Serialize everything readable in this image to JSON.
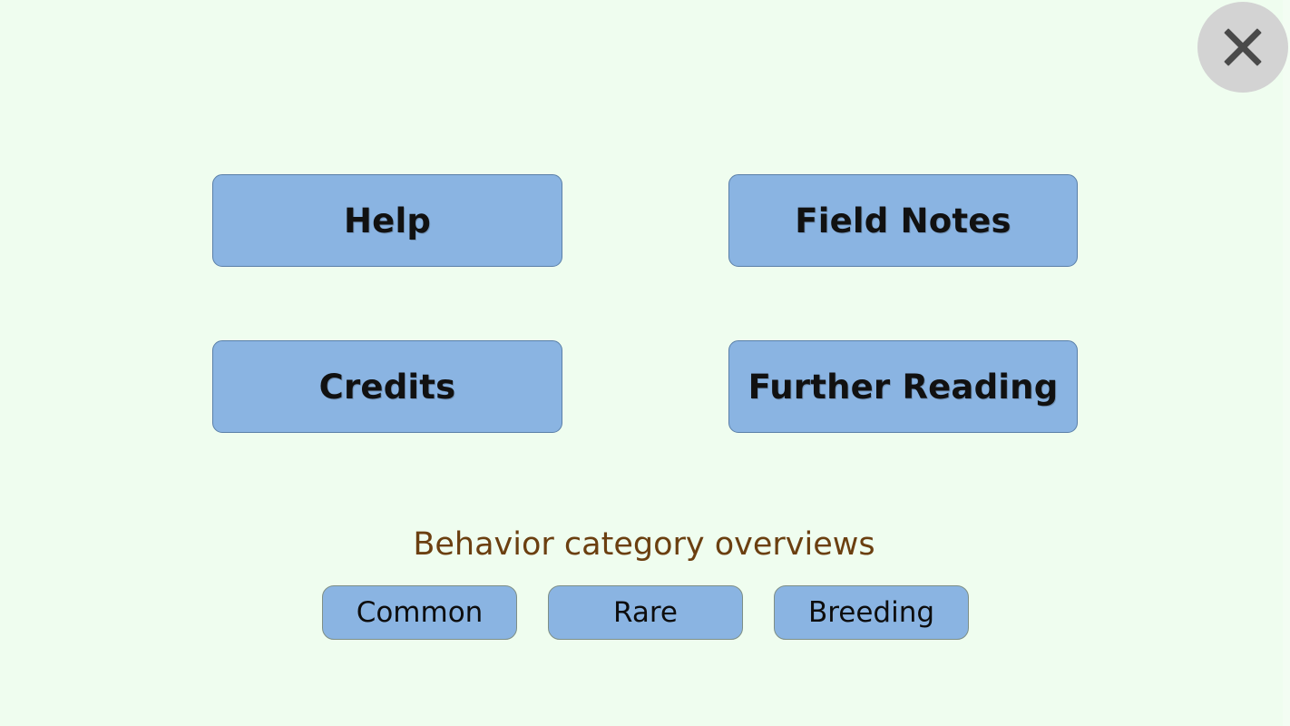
{
  "screen": {
    "name": "behavior-guide-info-menu",
    "background_color": "#effdef"
  },
  "close_button": {
    "icon": "close-x-icon",
    "label": "✕",
    "circle_color": "#d3d3d3",
    "glyph_color": "#4a4a4a"
  },
  "main_buttons": [
    {
      "id": "help",
      "label": "Help"
    },
    {
      "id": "field-notes",
      "label": "Field Notes"
    },
    {
      "id": "credits",
      "label": "Credits"
    },
    {
      "id": "further-reading",
      "label": "Further Reading"
    }
  ],
  "overviews": {
    "heading": "Behavior category overviews",
    "heading_color": "#6b3f10",
    "buttons": [
      {
        "id": "common",
        "label": "Common"
      },
      {
        "id": "rare",
        "label": "Rare"
      },
      {
        "id": "breeding",
        "label": "Breeding"
      }
    ]
  },
  "theme": {
    "button_fill": "#8ab4e2",
    "button_border": "#5a7fa8",
    "button_text": "#111111"
  }
}
